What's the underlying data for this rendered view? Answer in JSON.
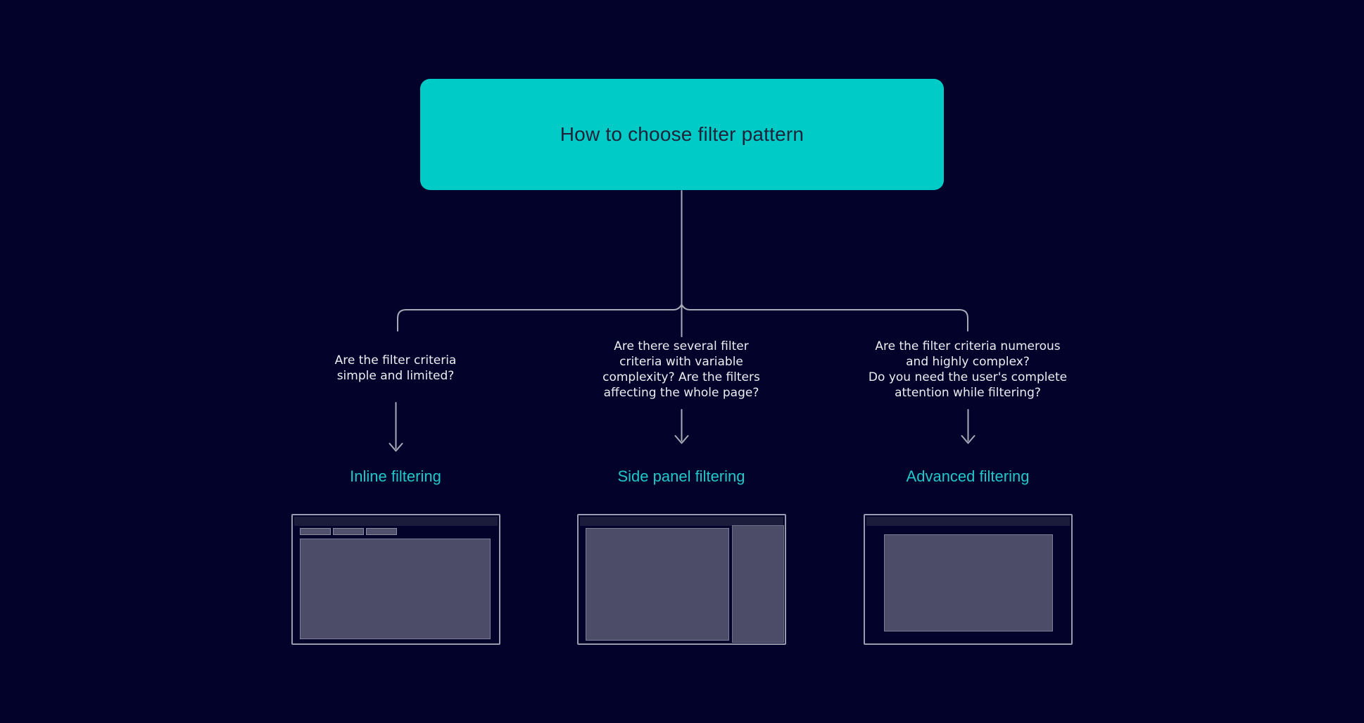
{
  "diagram": {
    "title": "How to choose filter pattern",
    "branches": [
      {
        "question": "Are the filter criteria\nsimple and limited?",
        "label": "Inline filtering"
      },
      {
        "question": "Are there several filter\ncriteria with variable\ncomplexity? Are the filters\naffecting the whole page?",
        "label": "Side panel filtering"
      },
      {
        "question": "Are the filter criteria numerous\nand highly complex?\nDo you need the user's complete\nattention while filtering?",
        "label": "Advanced filtering"
      }
    ],
    "colors": {
      "background": "#02022B",
      "title_box": "#00CBC6",
      "title_text": "#20243A",
      "question_text": "#EDEDF2",
      "label_text": "#20C8C8",
      "connector": "#A9AAB8",
      "wireframe_border": "#9A9AAE",
      "wireframe_fill": "#4C4C69",
      "wireframe_header": "#1B1B3C"
    }
  }
}
